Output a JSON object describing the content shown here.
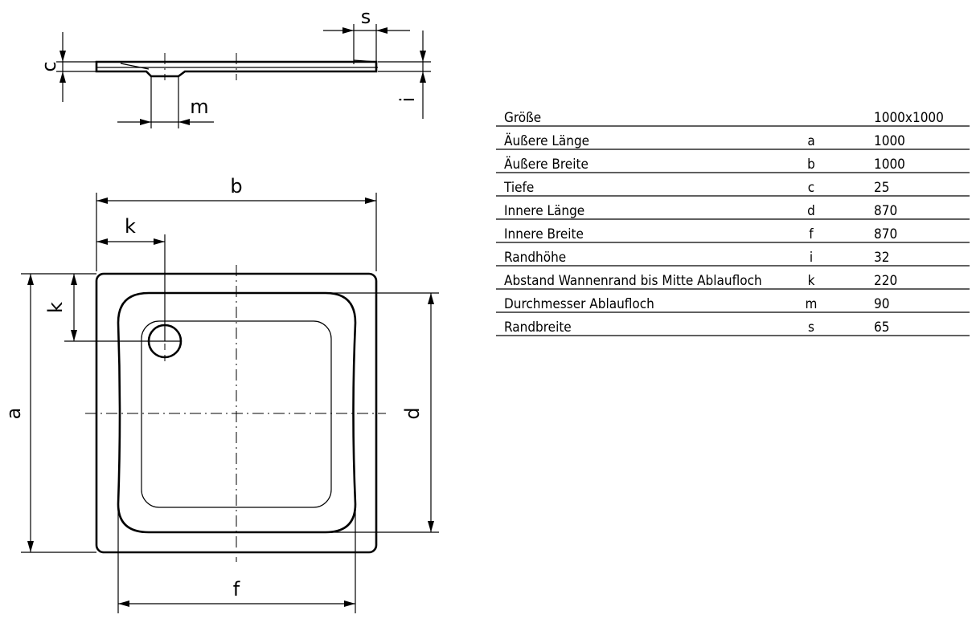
{
  "drawing": {
    "labels": {
      "a": "a",
      "b": "b",
      "c": "c",
      "d": "d",
      "f": "f",
      "i": "i",
      "k": "k",
      "m": "m",
      "s": "s"
    }
  },
  "table": {
    "header": {
      "label": "Größe",
      "symbol": "",
      "value": "1000x1000"
    },
    "rows": [
      {
        "label": "Äußere Länge",
        "symbol": "a",
        "value": "1000"
      },
      {
        "label": "Äußere Breite",
        "symbol": "b",
        "value": "1000"
      },
      {
        "label": "Tiefe",
        "symbol": "c",
        "value": "25"
      },
      {
        "label": "Innere Länge",
        "symbol": "d",
        "value": "870"
      },
      {
        "label": "Innere Breite",
        "symbol": "f",
        "value": "870"
      },
      {
        "label": "Randhöhe",
        "symbol": "i",
        "value": "32"
      },
      {
        "label": "Abstand Wannenrand bis Mitte Ablaufloch",
        "symbol": "k",
        "value": "220"
      },
      {
        "label": "Durchmesser Ablaufloch",
        "symbol": "m",
        "value": "90"
      },
      {
        "label": "Randbreite",
        "symbol": "s",
        "value": "65"
      }
    ]
  }
}
